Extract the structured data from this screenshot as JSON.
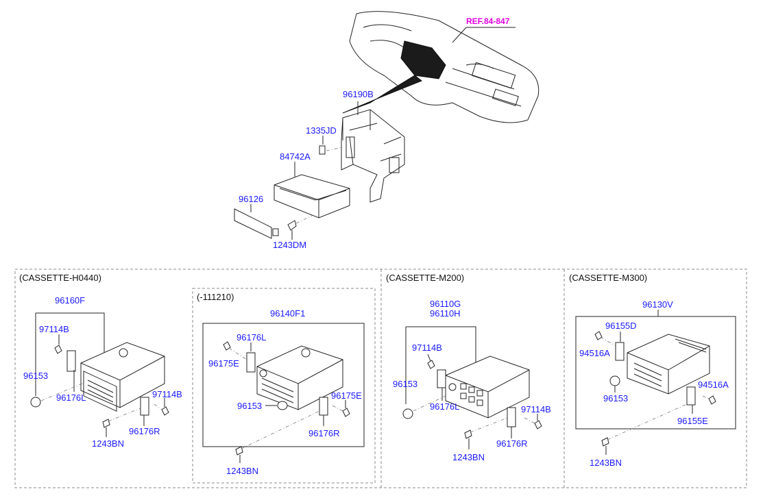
{
  "top": {
    "ref_label": "REF.84-847",
    "labels": {
      "p96190B": "96190B",
      "p1335JD": "1335JD",
      "p84742A": "84742A",
      "p96126": "96126",
      "p1243DM": "1243DM"
    }
  },
  "sections": {
    "h0440": {
      "title": "(CASSETTE-H0440)",
      "labels": {
        "unit": "96160F",
        "bracket_screw_top": "97114B",
        "knob": "96153",
        "bracket_left": "96176L",
        "bracket_screw_right": "97114B",
        "bracket_right": "96176R",
        "bolt": "1243BN"
      },
      "sub": {
        "title": "(-111210)",
        "labels": {
          "unit": "96140F1",
          "bracket_left": "96176L",
          "screw_left": "96175E",
          "knob": "96153",
          "screw_right": "96175E",
          "bracket_right": "96176R",
          "bolt": "1243BN"
        }
      }
    },
    "m200": {
      "title": "(CASSETTE-M200)",
      "labels": {
        "unit_a": "96110G",
        "unit_b": "96110H",
        "screw_top": "97114B",
        "knob": "96153",
        "bracket_left": "96176L",
        "screw_right": "97114B",
        "bracket_right": "96176R",
        "bolt": "1243BN"
      }
    },
    "m300": {
      "title": "(CASSETTE-M300)",
      "labels": {
        "unit": "96130V",
        "bracket_top": "96155D",
        "screw_left": "94516A",
        "knob": "96153",
        "screw_right": "94516A",
        "bracket_bottom": "96155E",
        "bolt": "1243BN"
      }
    }
  },
  "colors": {
    "label": "#1a1aff",
    "ref": "#e000e0",
    "line": "#222222"
  }
}
